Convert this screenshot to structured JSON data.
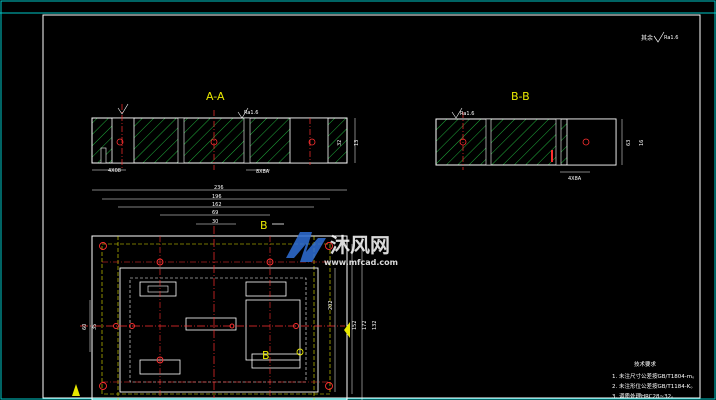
{
  "sheet": {
    "roughness_note": "其余",
    "roughness_value": "Ra1.6"
  },
  "sections": {
    "a_a": {
      "label": "A-A",
      "roughness": "Ra1.6",
      "dims": [
        "4X08",
        "8X8A",
        "32",
        "13"
      ]
    },
    "b_b": {
      "label": "B-B",
      "roughness": "Ra1.6",
      "dims": [
        "4X8A",
        "63",
        "16"
      ]
    }
  },
  "plan_view": {
    "cut_labels": [
      "B",
      "B"
    ],
    "dims_top": [
      "236",
      "196",
      "162",
      "69",
      "30"
    ],
    "dims_left": [
      "60",
      "35"
    ],
    "dims_right": [
      "202",
      "152",
      "172",
      "132"
    ]
  },
  "watermark": {
    "brand": "沐风网",
    "url": "www.mfcad.com"
  },
  "notes": {
    "title": "技术要求",
    "items": [
      "1. 未注尺寸公差按GB/T1804-m。",
      "2. 未注形位公差按GB/T1184-K。",
      "3. 调质处理HRC28~32。"
    ]
  },
  "colors": {
    "outline": "#ffffff",
    "hatch": "#1fae3b",
    "center": "#ff3030",
    "hidden": "#e8e800",
    "frame": "#00c8c8",
    "label": "#e8e800",
    "watermark_blue": "#2f6fd6"
  }
}
